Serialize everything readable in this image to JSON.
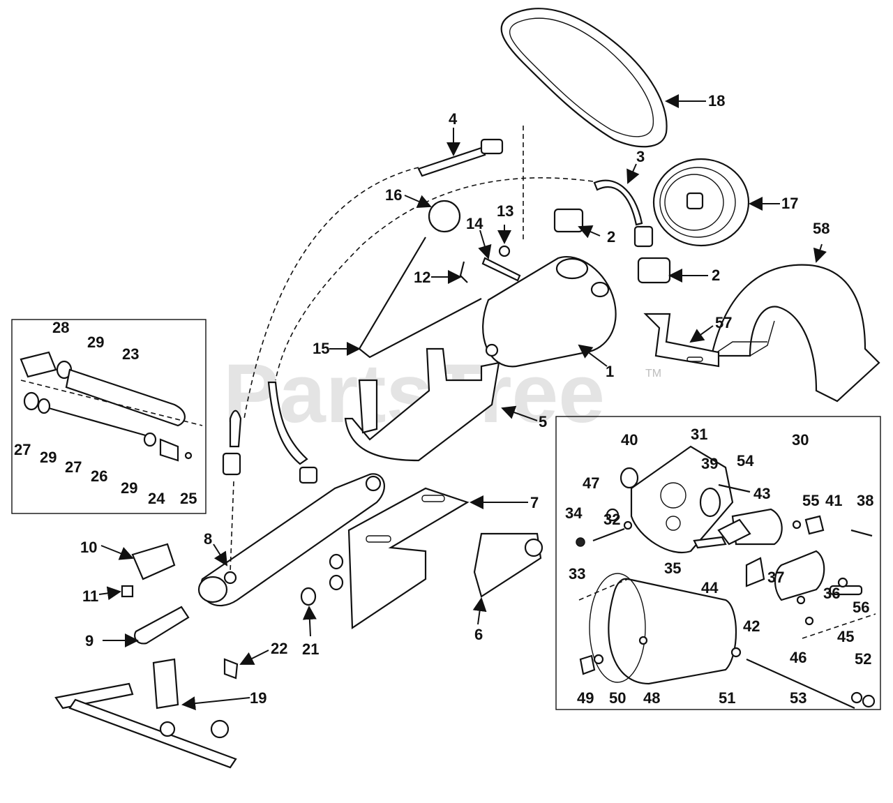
{
  "watermark": {
    "text": "PartsTree",
    "trademark": "TM"
  },
  "callouts": [
    {
      "id": "c1",
      "text": "1"
    },
    {
      "id": "c2a",
      "text": "2"
    },
    {
      "id": "c2b",
      "text": "2"
    },
    {
      "id": "c3",
      "text": "3"
    },
    {
      "id": "c4",
      "text": "4"
    },
    {
      "id": "c5",
      "text": "5"
    },
    {
      "id": "c6",
      "text": "6"
    },
    {
      "id": "c7",
      "text": "7"
    },
    {
      "id": "c8",
      "text": "8"
    },
    {
      "id": "c9",
      "text": "9"
    },
    {
      "id": "c10",
      "text": "10"
    },
    {
      "id": "c11",
      "text": "11"
    },
    {
      "id": "c12",
      "text": "12"
    },
    {
      "id": "c13",
      "text": "13"
    },
    {
      "id": "c14",
      "text": "14"
    },
    {
      "id": "c15",
      "text": "15"
    },
    {
      "id": "c16",
      "text": "16"
    },
    {
      "id": "c17",
      "text": "17"
    },
    {
      "id": "c18",
      "text": "18"
    },
    {
      "id": "c19",
      "text": "19"
    },
    {
      "id": "c21",
      "text": "21"
    },
    {
      "id": "c22",
      "text": "22"
    },
    {
      "id": "c23",
      "text": "23"
    },
    {
      "id": "c24",
      "text": "24"
    },
    {
      "id": "c25",
      "text": "25"
    },
    {
      "id": "c26",
      "text": "26"
    },
    {
      "id": "c27a",
      "text": "27"
    },
    {
      "id": "c27b",
      "text": "27"
    },
    {
      "id": "c28",
      "text": "28"
    },
    {
      "id": "c29a",
      "text": "29"
    },
    {
      "id": "c29b",
      "text": "29"
    },
    {
      "id": "c29c",
      "text": "29"
    },
    {
      "id": "c30",
      "text": "30"
    },
    {
      "id": "c31",
      "text": "31"
    },
    {
      "id": "c32",
      "text": "32"
    },
    {
      "id": "c33",
      "text": "33"
    },
    {
      "id": "c34",
      "text": "34"
    },
    {
      "id": "c35",
      "text": "35"
    },
    {
      "id": "c36",
      "text": "36"
    },
    {
      "id": "c37",
      "text": "37"
    },
    {
      "id": "c38",
      "text": "38"
    },
    {
      "id": "c39",
      "text": "39"
    },
    {
      "id": "c40",
      "text": "40"
    },
    {
      "id": "c41",
      "text": "41"
    },
    {
      "id": "c42",
      "text": "42"
    },
    {
      "id": "c43",
      "text": "43"
    },
    {
      "id": "c44",
      "text": "44"
    },
    {
      "id": "c45",
      "text": "45"
    },
    {
      "id": "c46",
      "text": "46"
    },
    {
      "id": "c47",
      "text": "47"
    },
    {
      "id": "c48",
      "text": "48"
    },
    {
      "id": "c49",
      "text": "49"
    },
    {
      "id": "c50",
      "text": "50"
    },
    {
      "id": "c51",
      "text": "51"
    },
    {
      "id": "c52",
      "text": "52"
    },
    {
      "id": "c53",
      "text": "53"
    },
    {
      "id": "c54",
      "text": "54"
    },
    {
      "id": "c55",
      "text": "55"
    },
    {
      "id": "c56",
      "text": "56"
    },
    {
      "id": "c57",
      "text": "57"
    },
    {
      "id": "c58",
      "text": "58"
    }
  ]
}
